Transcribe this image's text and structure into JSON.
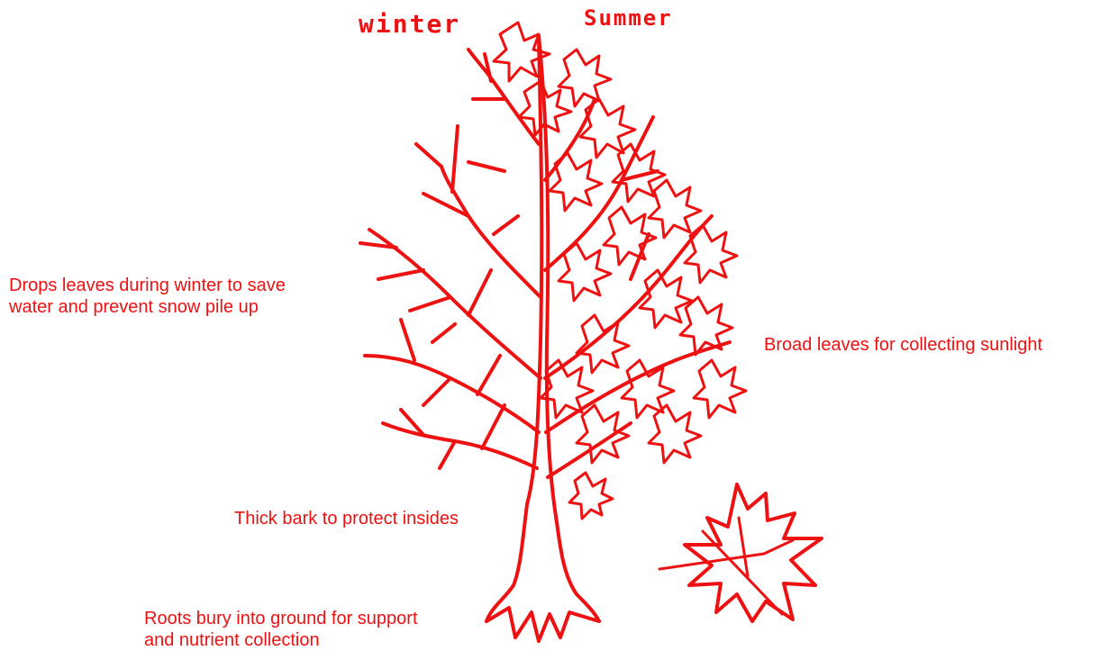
{
  "headings": {
    "winter": "winter",
    "summer": "Summer"
  },
  "annotations": {
    "drops_leaves": [
      "Drops leaves during winter to save",
      "water and prevent snow pile up"
    ],
    "broad_leaves": "Broad leaves for collecting sunlight",
    "thick_bark": "Thick bark to protect insides",
    "roots": [
      "Roots bury into ground for support",
      "and nutrient collection"
    ]
  },
  "colors": {
    "ink": "#ee1111",
    "background": "#ffffff"
  }
}
